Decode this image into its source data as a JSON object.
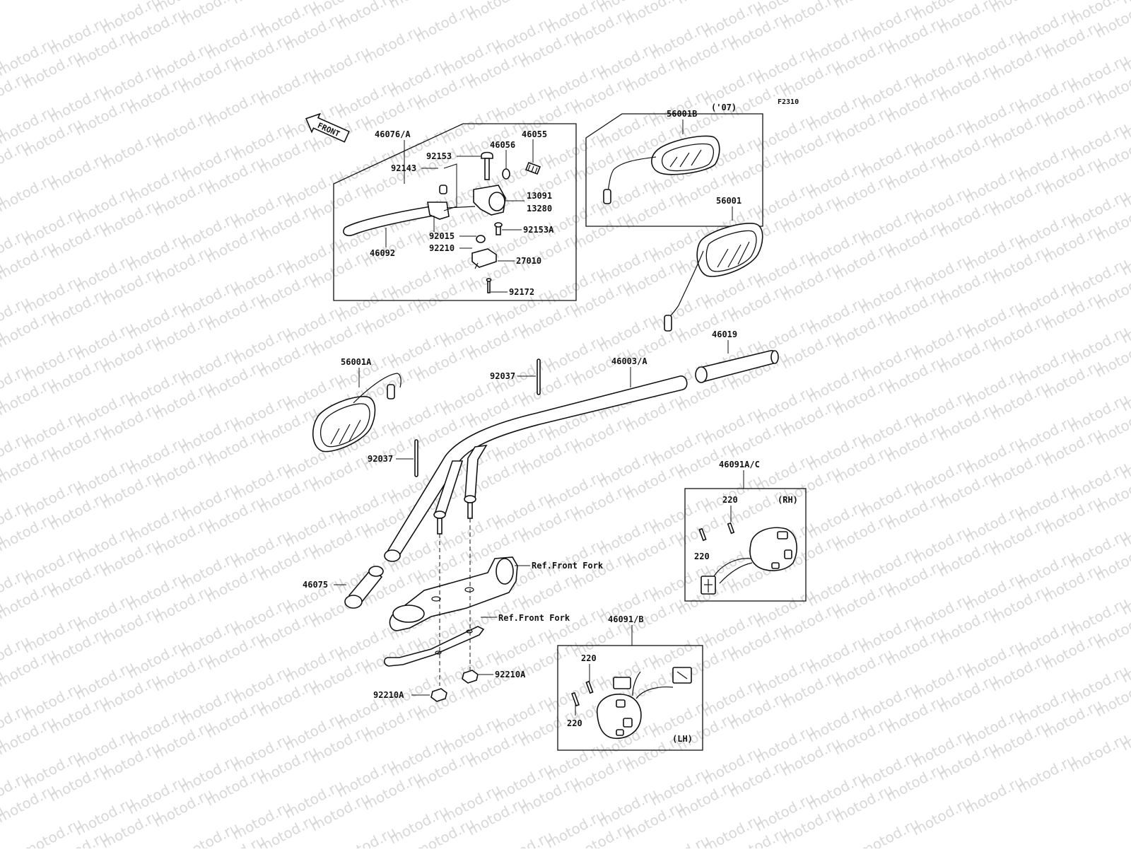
{
  "diagram": {
    "figure_code": "F2310",
    "front_arrow_text": "FRONT",
    "watermark_text": "motod.ru",
    "labels": {
      "p46076A": "46076/A",
      "p92153": "92153",
      "p46056": "46056",
      "p46055": "46055",
      "p92143": "92143",
      "p13091": "13091",
      "p13280": "13280",
      "p92015": "92015",
      "p92153A": "92153A",
      "p92210": "92210",
      "p46092": "46092",
      "p27010": "27010",
      "p92172": "92172",
      "p56001B": "56001B",
      "year07": "('07)",
      "p56001": "56001",
      "p46019": "46019",
      "p46003A": "46003/A",
      "p92037_top": "92037",
      "p56001A": "56001A",
      "p92037_mid": "92037",
      "p46091AC": "46091A/C",
      "p220_rh1": "220",
      "rh": "(RH)",
      "p220_rh2": "220",
      "ref_front_fork_1": "Ref.Front Fork",
      "ref_front_fork_2": "Ref.Front Fork",
      "p46075": "46075",
      "p46091B": "46091/B",
      "p220_lh1": "220",
      "p220_lh2": "220",
      "lh": "(LH)",
      "p92210A_right": "92210A",
      "p92210A_left": "92210A"
    }
  }
}
